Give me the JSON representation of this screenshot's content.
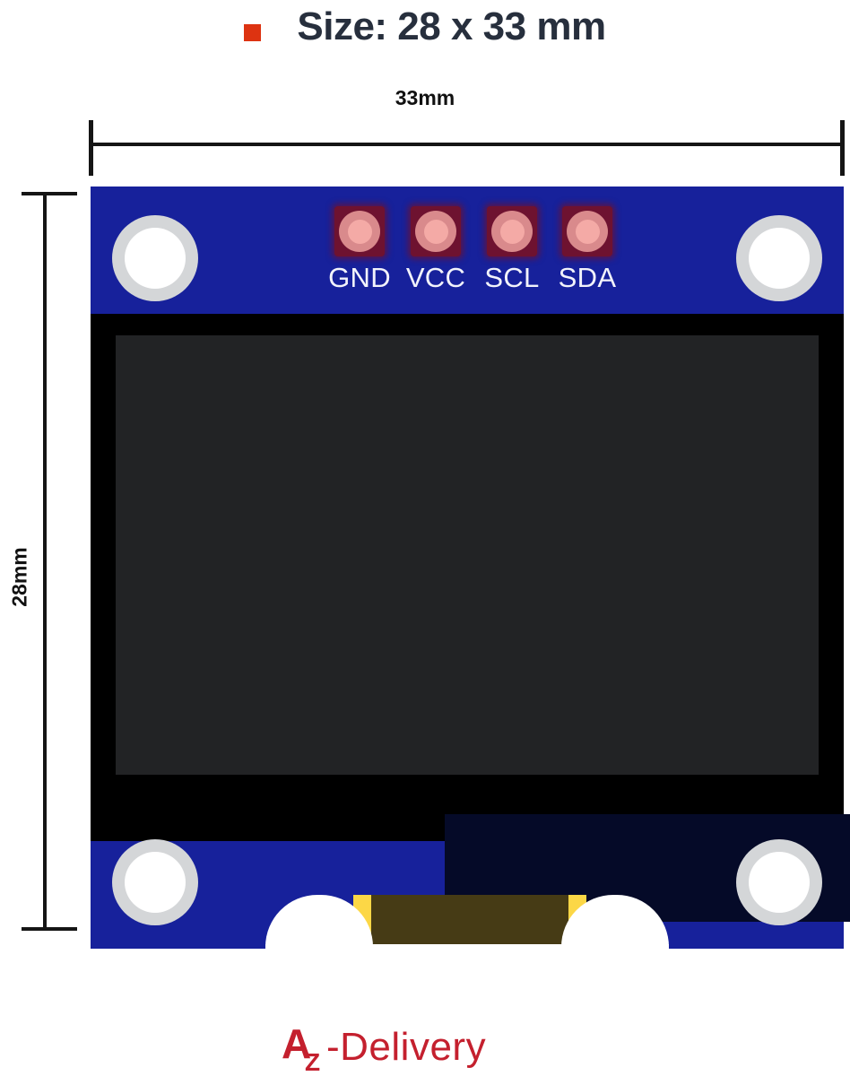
{
  "title": {
    "bullet_color": "#dd3311",
    "text": "Size: 28 x 33 mm"
  },
  "dimensions": {
    "width_label": "33mm",
    "height_label": "28mm"
  },
  "board": {
    "pcb_color": "#17219b",
    "screen_bezel_color": "#000000",
    "screen_active_color": "#222325",
    "connector_gold_color": "#fcd746",
    "connector_olive_color": "#463b15",
    "pads": [
      {
        "label": "GND"
      },
      {
        "label": "VCC"
      },
      {
        "label": "SCL"
      },
      {
        "label": "SDA"
      }
    ],
    "mounting_holes": [
      {
        "position": "top-left"
      },
      {
        "position": "top-right"
      },
      {
        "position": "bottom-left"
      },
      {
        "position": "bottom-right"
      }
    ]
  },
  "logo": {
    "text": "AZ-Delivery",
    "mark_a": "A",
    "mark_z": "Z",
    "mark_rest": "-Delivery",
    "color": "#c4202e"
  }
}
